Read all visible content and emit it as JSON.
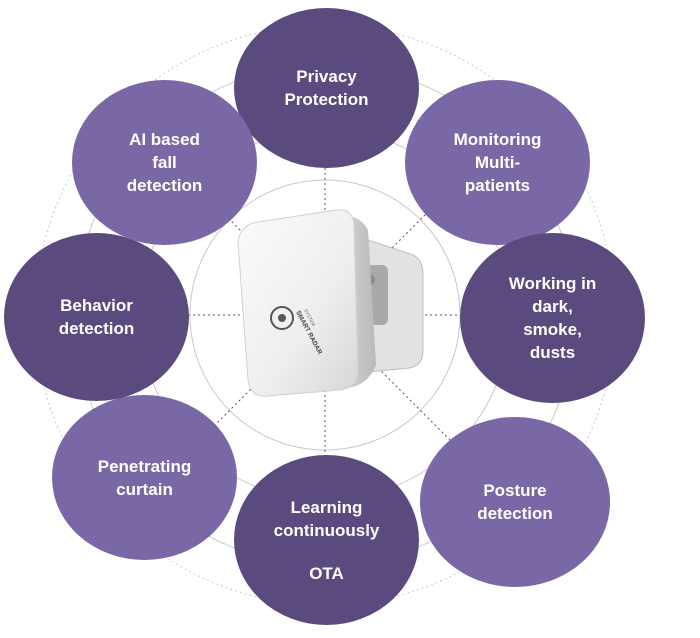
{
  "features": [
    {
      "id": "privacy-protection",
      "lines": [
        "Privacy",
        "Protection"
      ],
      "color": "#5a4a7e"
    },
    {
      "id": "monitoring-multi-patients",
      "lines": [
        "Monitoring",
        "Multi-",
        "patients"
      ],
      "color": "#7a68a6"
    },
    {
      "id": "working-in-dark",
      "lines": [
        "Working in",
        "dark,",
        "smoke,",
        "dusts"
      ],
      "color": "#5a4a7e"
    },
    {
      "id": "posture-detection",
      "lines": [
        "Posture",
        "detection"
      ],
      "color": "#7a68a6"
    },
    {
      "id": "learning-continuously",
      "lines": [
        "Learning",
        "continuously",
        "OTA"
      ],
      "color": "#5a4a7e"
    },
    {
      "id": "penetrating-curtain",
      "lines": [
        "Penetrating",
        "curtain"
      ],
      "color": "#7a68a6"
    },
    {
      "id": "behavior-detection",
      "lines": [
        "Behavior",
        "detection"
      ],
      "color": "#5a4a7e"
    },
    {
      "id": "ai-fall-detection",
      "lines": [
        "AI based",
        "fall",
        "detection"
      ],
      "color": "#7a68a6"
    }
  ],
  "device": {
    "logo_text_1": "SMART RADAR",
    "logo_text_2": "SYSTEM"
  }
}
